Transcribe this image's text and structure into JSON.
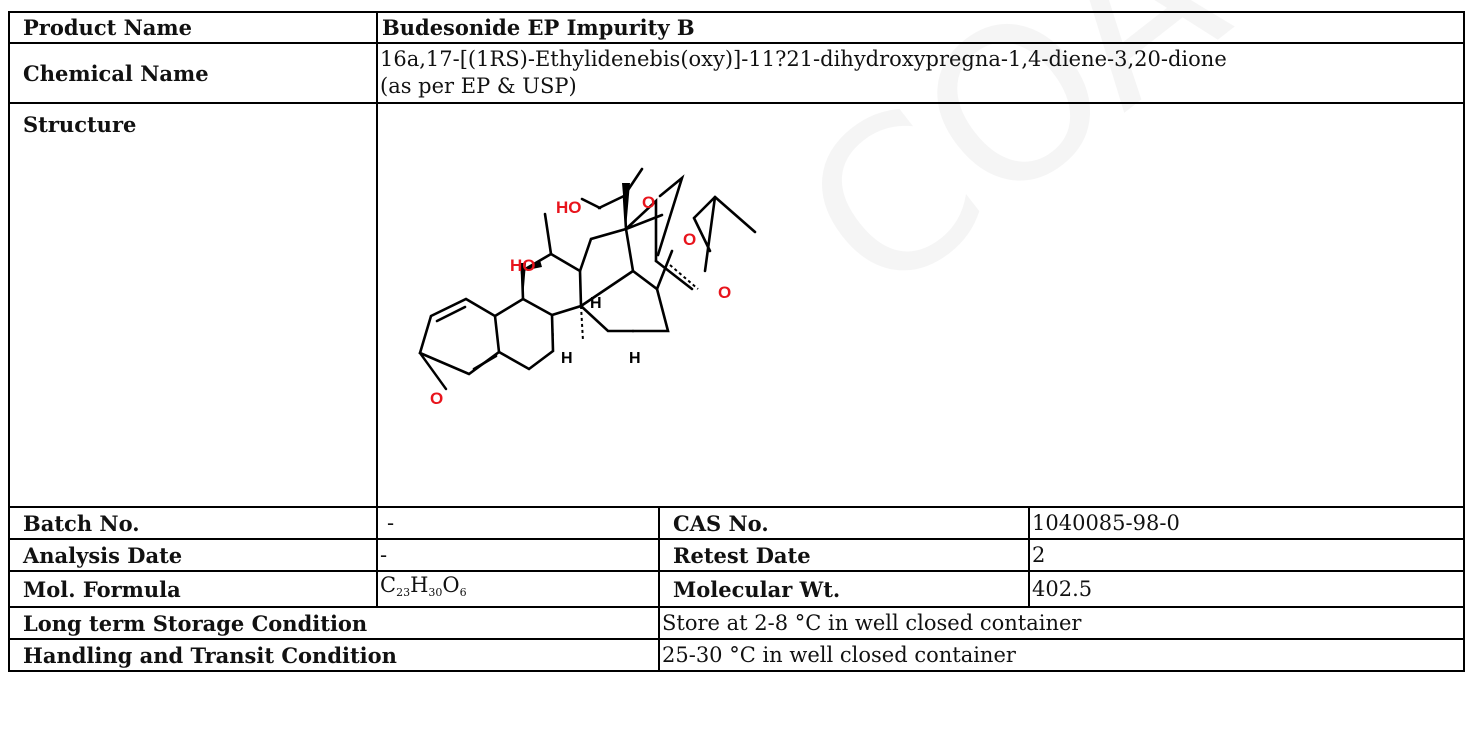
{
  "watermark": "COA",
  "product": {
    "label": "Product Name",
    "value": "Budesonide EP Impurity B"
  },
  "chemical": {
    "label": "Chemical Name",
    "value_line1": "16a,17-[(1RS)-Ethylidenebis(oxy)]-11?21-dihydroxypregna-1,4-diene-3,20-dione",
    "value_line2": "(as per EP & USP)"
  },
  "structure": {
    "label": "Structure",
    "atoms": {
      "hydroxyl_top": "HO",
      "hydroxyl_mid": "HO",
      "oxygen": "O",
      "hydrogen": "H"
    },
    "atom_color": "#e8141c"
  },
  "batch": {
    "label": "Batch No.",
    "value": "-"
  },
  "cas": {
    "label": "CAS No.",
    "value": "1040085-98-0"
  },
  "analysis": {
    "label": "Analysis Date",
    "value": "-"
  },
  "retest": {
    "label": "Retest Date",
    "value": "2"
  },
  "formula": {
    "label": "Mol. Formula",
    "c": "C",
    "c_n": "23",
    "h": "H",
    "h_n": "30",
    "o": "O",
    "o_n": "6"
  },
  "molwt": {
    "label": "Molecular Wt.",
    "value": "402.5"
  },
  "storage": {
    "label": "Long term Storage Condition",
    "value": "Store at 2-8 °C in well closed container"
  },
  "handling": {
    "label": "Handling and Transit Condition",
    "value": "25-30 °C in well closed container"
  }
}
